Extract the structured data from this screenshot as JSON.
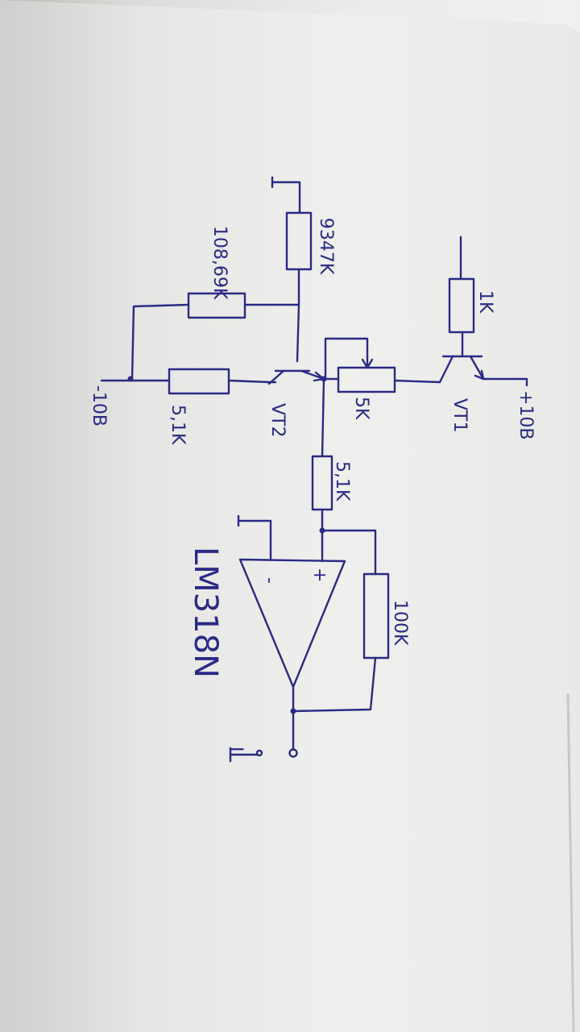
{
  "labels": {
    "r_top": "9347K",
    "r_feedback": "108,69K",
    "r_base_vt2": "5,1K",
    "neg_supply": "-10B",
    "vt2": "VT2",
    "pot": "5K",
    "r_base_vt1": "1K",
    "vt1": "VT1",
    "pos_supply": "+10B",
    "r_input": "5,1K",
    "opamp": "LM318N",
    "r_opamp_fb": "100K",
    "opamp_minus": "-",
    "opamp_plus": "+",
    "output_marker": "I"
  },
  "colors": {
    "ink": "#2a2a86",
    "paper": "#eeeeec",
    "background": "#a9a9a6"
  }
}
